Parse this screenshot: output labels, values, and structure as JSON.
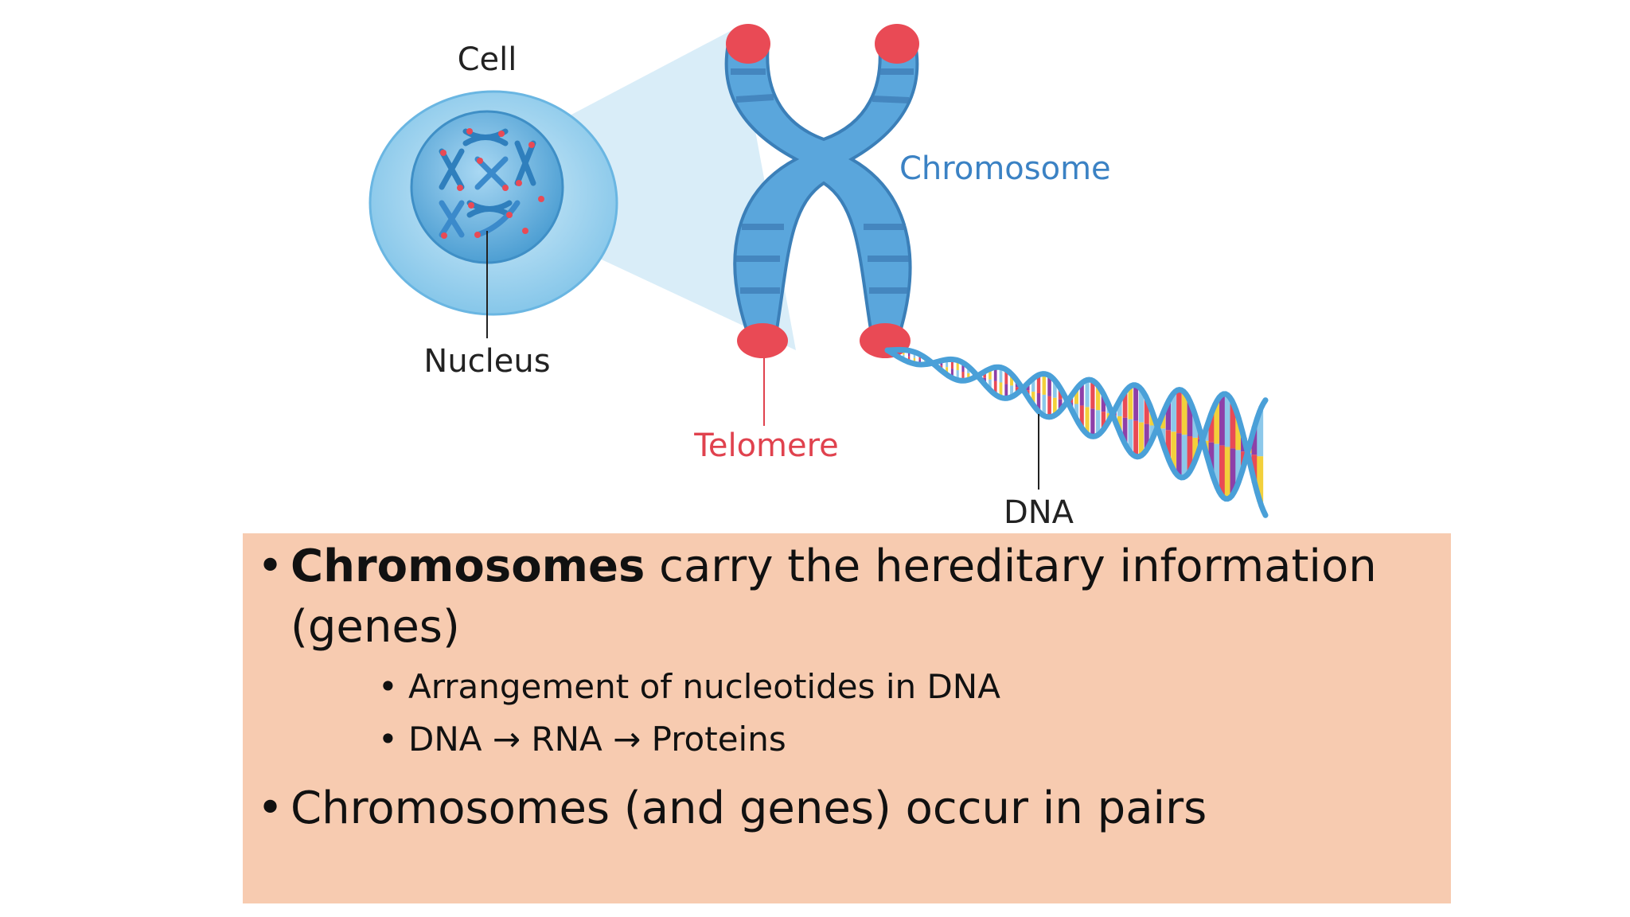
{
  "diagram": {
    "labels": {
      "cell": "Cell",
      "nucleus": "Nucleus",
      "chromosome": "Chromosome",
      "telomere": "Telomere",
      "dna": "DNA"
    },
    "colors": {
      "cell": "#7fc3e8",
      "nucleus": "#4e9fd3",
      "chromosome": "#5aa6dc",
      "chromosome_band": "#3f7fb8",
      "telomere": "#e94a55",
      "chromosome_label": "#3b82c4",
      "telomere_label": "#e0424e",
      "dna_backbone": "#4aa0d8",
      "dna_bases": [
        "#e94a55",
        "#f2d03b",
        "#8e3fa8",
        "#8cc8ea"
      ]
    }
  },
  "slide": {
    "background": "#f7cbb0",
    "bullets": [
      {
        "bold": "Chromosomes",
        "text": " carry the hereditary information (genes)",
        "subbullets": [
          "Arrangement of nucleotides in DNA",
          "DNA → RNA → Proteins"
        ]
      },
      {
        "text": "Chromosomes (and genes) occur in pairs"
      }
    ]
  }
}
